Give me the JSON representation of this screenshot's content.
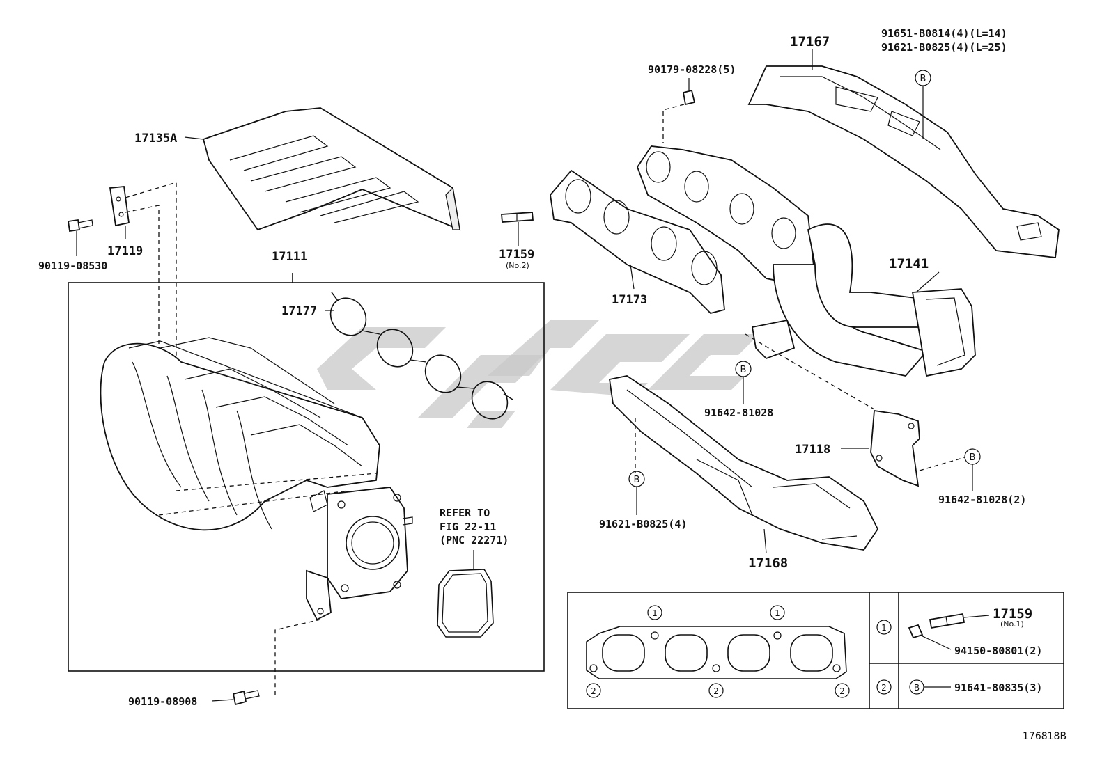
{
  "labels": {
    "p17135A": "17135A",
    "p17119": "17119",
    "p90119_08530": "90119-08530",
    "p17111": "17111",
    "p17159_no2": "17159",
    "no2": "(No.2)",
    "p17177": "17177",
    "p90179": "90179-08228(5)",
    "p17167": "17167",
    "p91651": "91651-B0814(4)(L=14)",
    "p91621_b": "91621-B0825(4)(L=25)",
    "p17173": "17173",
    "p17141": "17141",
    "p91642_a": "91642-81028",
    "p17118": "17118",
    "p91642_b": "91642-81028(2)",
    "p91621_c": "91621-B0825(4)",
    "p17168": "17168",
    "refer1": "REFER TO",
    "refer2": "FIG 22-11",
    "refer3": "(PNC 22271)",
    "p90119_08908": "90119-08908",
    "p17159_no1": "17159",
    "no1": "(No.1)",
    "p94150": "94150-80801(2)",
    "p91641": "91641-80835(3)",
    "diagram_id": "176818B",
    "mark_b": "B",
    "mark_1": "1",
    "mark_2": "2"
  }
}
